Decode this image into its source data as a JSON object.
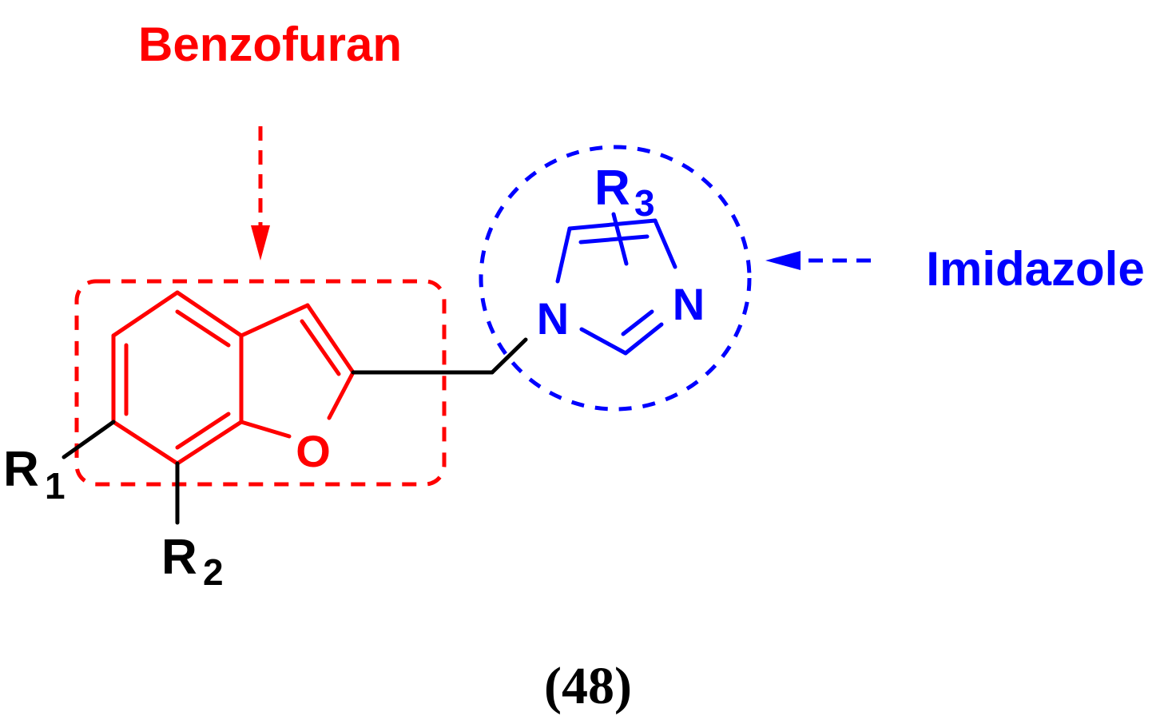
{
  "title_labels": {
    "benzofuran": "Benzofuran",
    "imidazole": "Imidazole"
  },
  "atoms": {
    "oxygen": "O",
    "n1": "N",
    "n3": "N"
  },
  "substituents": {
    "r1": {
      "letter": "R",
      "sub": "1"
    },
    "r2": {
      "letter": "R",
      "sub": "2"
    },
    "r3": {
      "letter": "R",
      "sub": "3"
    }
  },
  "compound_number": "(48)",
  "colors": {
    "benzofuran": "#ff0000",
    "imidazole": "#0000ff",
    "linker": "#000000"
  }
}
